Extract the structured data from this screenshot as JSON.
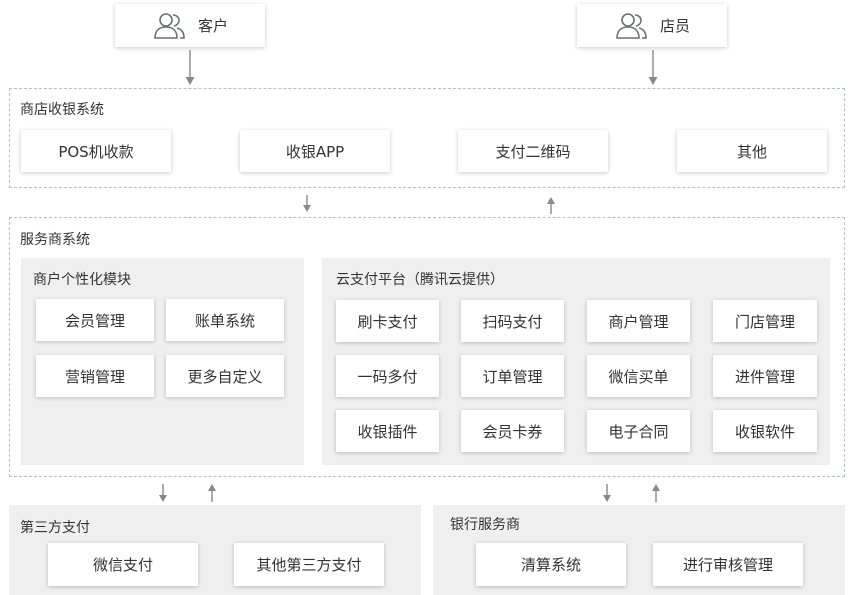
{
  "actors": {
    "customer": "客户",
    "staff": "店员"
  },
  "store_system": {
    "title": "商店收银系统",
    "items": [
      "POS机收款",
      "收银APP",
      "支付二维码",
      "其他"
    ]
  },
  "service_system": {
    "title": "服务商系统",
    "merchant_module": {
      "title": "商户个性化模块",
      "items": [
        "会员管理",
        "账单系统",
        "营销管理",
        "更多自定义"
      ]
    },
    "cloud_platform": {
      "title": "云支付平台（腾讯云提供）",
      "items": [
        "刷卡支付",
        "扫码支付",
        "商户管理",
        "门店管理",
        "一码多付",
        "订单管理",
        "微信买单",
        "进件管理",
        "收银插件",
        "会员卡券",
        "电子合同",
        "收银软件"
      ]
    }
  },
  "third_party": {
    "title": "第三方支付",
    "items": [
      "微信支付",
      "其他第三方支付"
    ]
  },
  "bank": {
    "title": "银行服务商",
    "items": [
      "清算系统",
      "进行审核管理"
    ]
  },
  "colors": {
    "panel_bg": "#efefef",
    "dashed_border": "#b9bec6",
    "arrow": "#888888",
    "text": "#333333"
  },
  "icons": [
    "user-group-icon",
    "arrow-down-icon",
    "arrow-up-icon"
  ]
}
